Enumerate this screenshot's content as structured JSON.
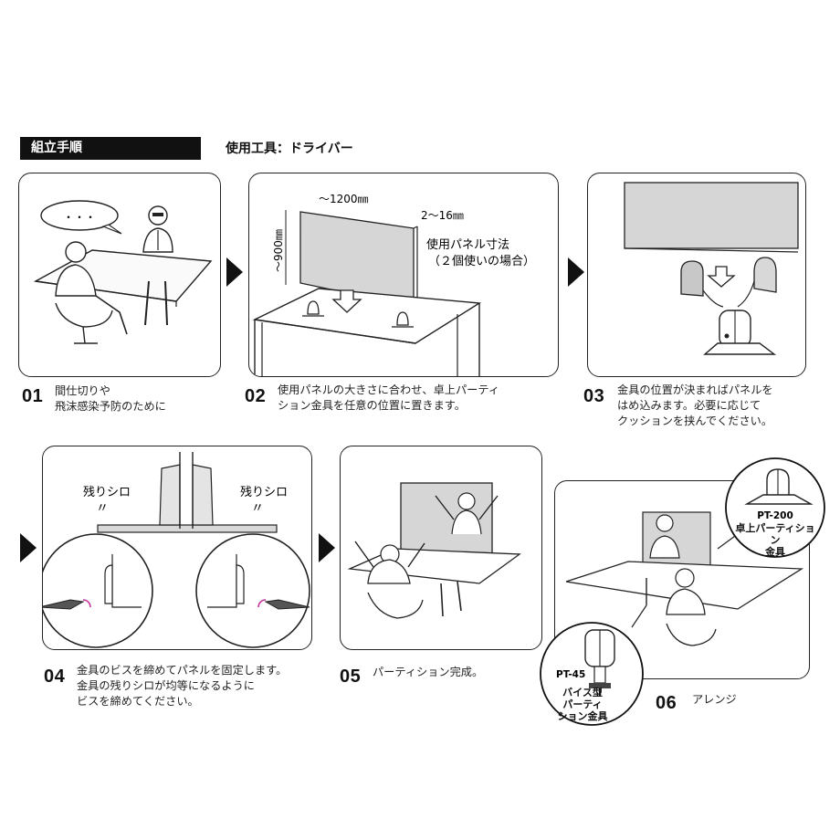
{
  "header": {
    "title": "組立手順",
    "tool_label": "使用工具：ドライバー"
  },
  "steps": [
    {
      "num": "01",
      "text": "間仕切りや\n飛沫感染予防のために"
    },
    {
      "num": "02",
      "text": "使用パネルの大きさに合わせ、卓上パーティ\nション金具を任意の位置に置きます。"
    },
    {
      "num": "03",
      "text": "金具の位置が決まればパネルを\nはめ込みます。必要に応じて\nクッションを挟んでください。"
    },
    {
      "num": "04",
      "text": "金具のビスを締めてパネルを固定します。\n金具の残りシロが均等になるように\nビスを締めてください。"
    },
    {
      "num": "05",
      "text": "パーティション完成。"
    },
    {
      "num": "06",
      "text": "アレンジ"
    }
  ],
  "panel1": {
    "speech": "・・・"
  },
  "panel2": {
    "width_label": "〜1200㎜",
    "height_label": "〜900㎜",
    "thickness_label": "2〜16㎜",
    "panel_size_label": "使用パネル寸法",
    "panel_size_note": "（２個使いの場合）"
  },
  "panel4": {
    "margin_left": "残りシロ",
    "margin_right": "残りシロ",
    "mark": "〃"
  },
  "callouts": {
    "pt200_model": "PT-200",
    "pt200_name": "卓上パーティション\n金具",
    "pt45_model": "PT-45",
    "pt45_name": "バイス型\nパーティ\nション金具"
  },
  "colors": {
    "line": "#222222",
    "panel_fill": "#d6d6d6",
    "accent_arrow": "#c4319a"
  }
}
